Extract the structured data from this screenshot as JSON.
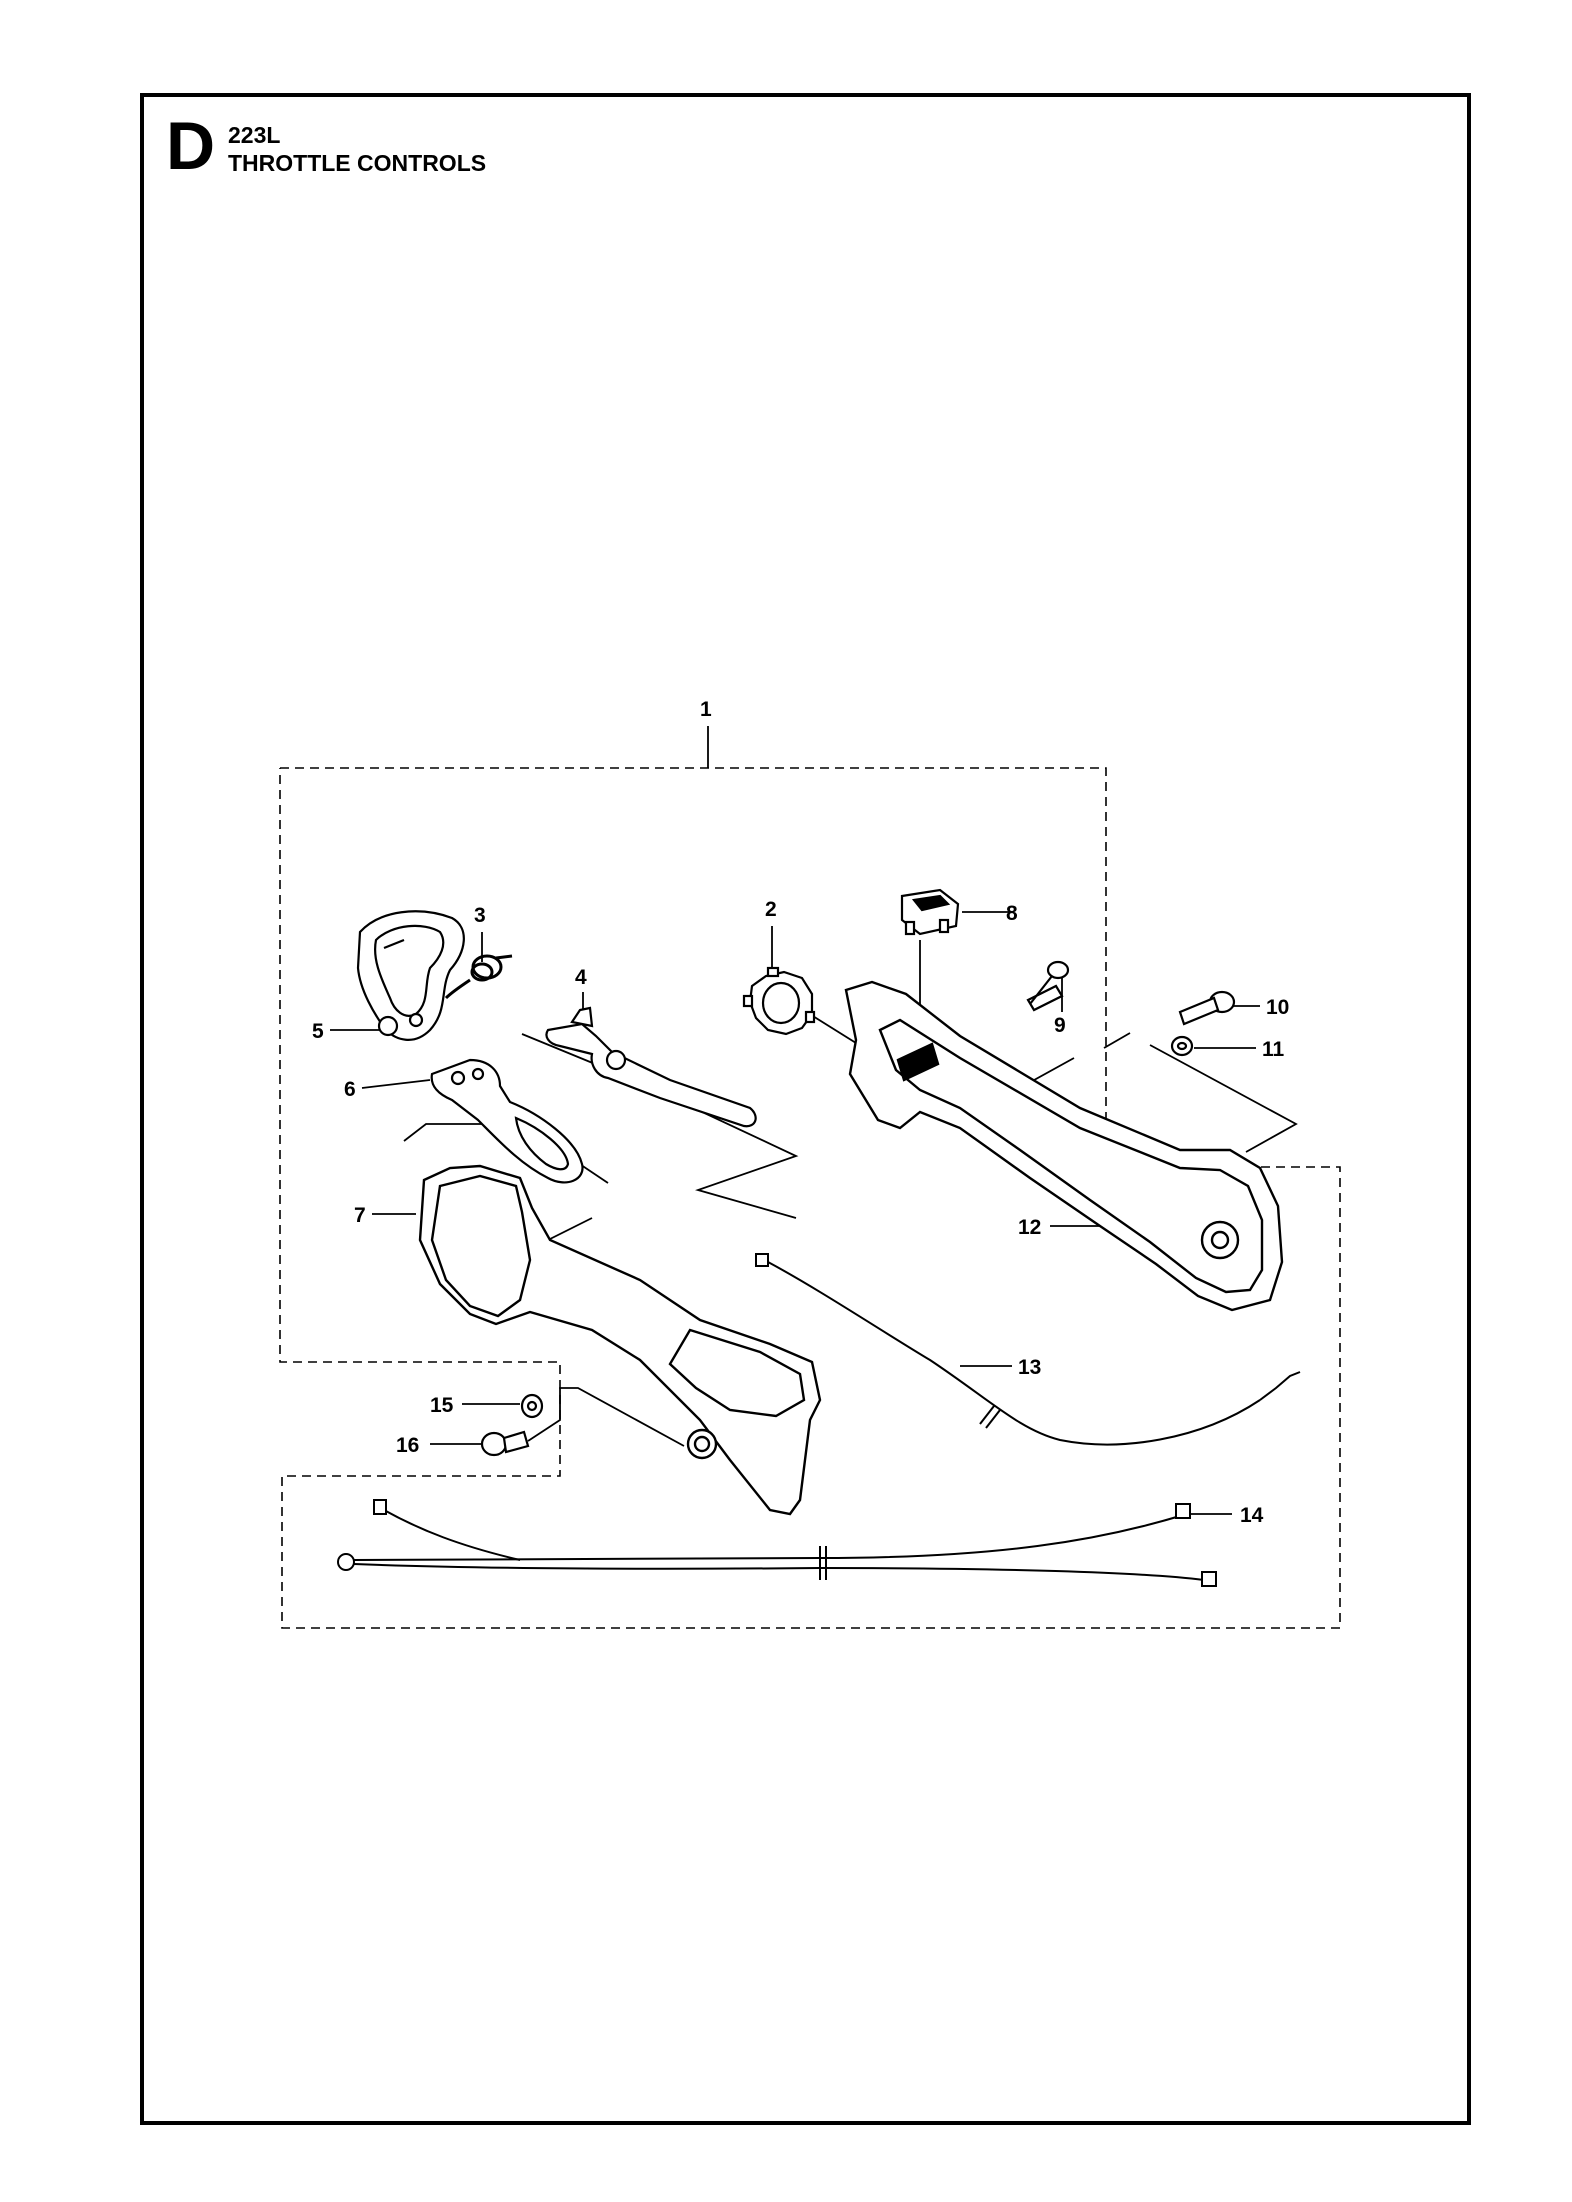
{
  "header": {
    "section": "D",
    "model": "223L",
    "title": "THROTTLE CONTROLS"
  },
  "callouts": {
    "c1": "1",
    "c2": "2",
    "c3": "3",
    "c4": "4",
    "c5": "5",
    "c6": "6",
    "c7": "7",
    "c8": "8",
    "c9": "9",
    "c10": "10",
    "c11": "11",
    "c12": "12",
    "c13": "13",
    "c14": "14",
    "c15": "15",
    "c16": "16"
  }
}
